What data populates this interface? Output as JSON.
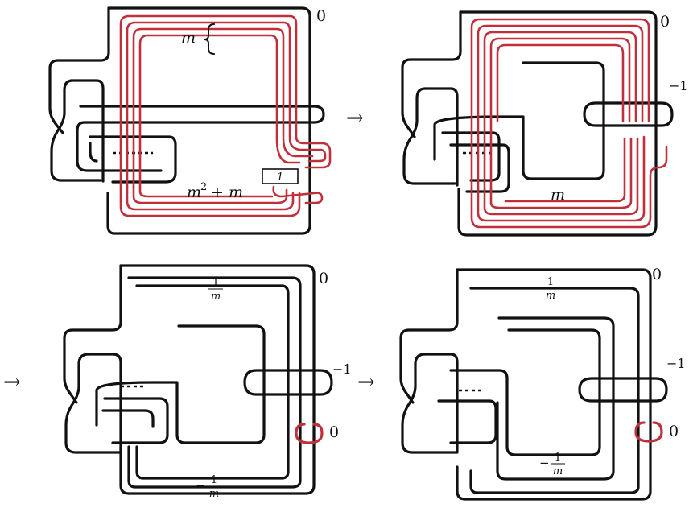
{
  "panel_1": {
    "framing_label": "0",
    "twist_box": "1",
    "top_brace": "m",
    "bottom_label_base": "m",
    "bottom_label_exp": "2",
    "bottom_label_tail": "+ m"
  },
  "panel_2": {
    "framing_label": "0",
    "side_label": "−1",
    "bottom_label": "m"
  },
  "panel_3": {
    "framing_label": "0",
    "side_label": "−1",
    "small_label": "0",
    "top_num": "1",
    "top_den": "m",
    "bottom_sign": "−",
    "bottom_num": "1",
    "bottom_den": "m"
  },
  "panel_4": {
    "framing_label": "0",
    "side_label": "−1",
    "small_label": "0",
    "top_num": "1",
    "top_den": "m",
    "bottom_sign": "−",
    "bottom_num": "1",
    "bottom_den": "m"
  },
  "arrows": {
    "a1": "→",
    "a2": "→",
    "a3": "→"
  }
}
